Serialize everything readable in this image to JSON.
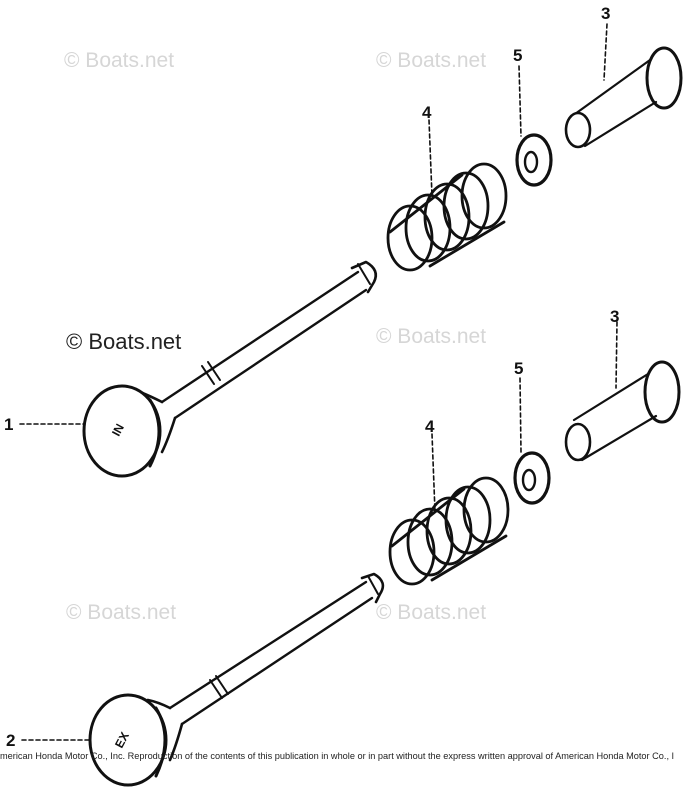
{
  "watermarks": {
    "light": "© Boats.net",
    "dark": "© Boats.net"
  },
  "callouts": {
    "c1": "1",
    "c2": "2",
    "c3_top": "3",
    "c3_bottom": "3",
    "c4_top": "4",
    "c4_bottom": "4",
    "c5_top": "5",
    "c5_bottom": "5"
  },
  "valve_marks": {
    "intake": "IN",
    "exhaust": "EX"
  },
  "copyright": "merican Honda Motor Co., Inc. Reproduction of the contents of this publication in whole or in part without the express written approval of American Honda Motor Co., I",
  "colors": {
    "ink": "#111111",
    "watermark": "#d6d6d6"
  }
}
